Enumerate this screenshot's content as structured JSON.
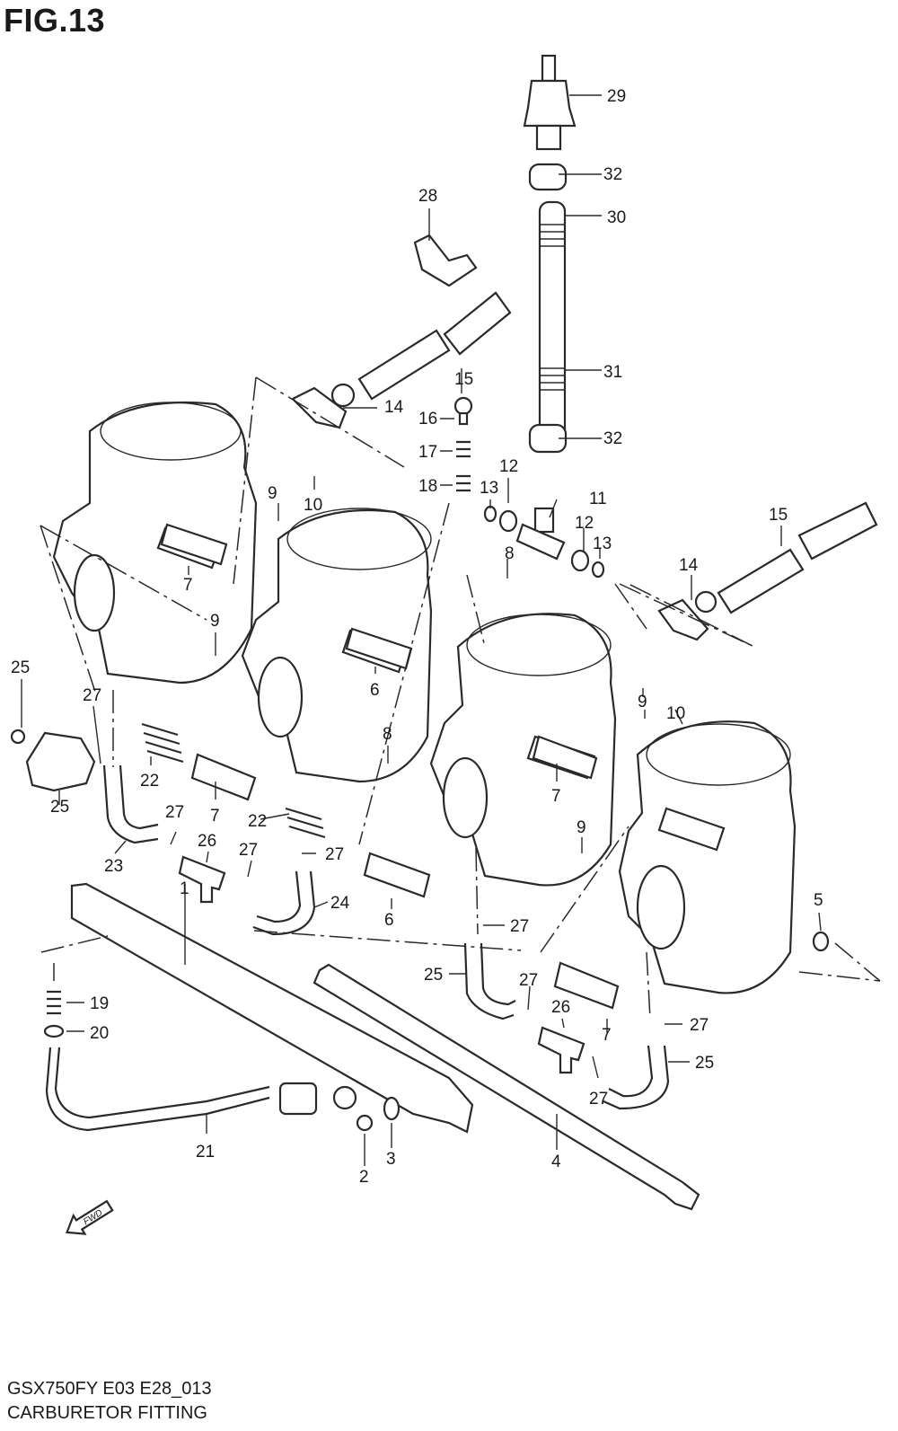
{
  "figure": {
    "title": "FIG.13",
    "model_code": "GSX750FY E03 E28_013",
    "caption": "CARBURETOR FITTING",
    "fwd_label": "FWD"
  },
  "callouts": [
    "1",
    "2",
    "3",
    "4",
    "5",
    "6",
    "6",
    "7",
    "7",
    "7",
    "7",
    "8",
    "8",
    "9",
    "9",
    "9",
    "9",
    "10",
    "10",
    "11",
    "12",
    "12",
    "13",
    "13",
    "14",
    "14",
    "15",
    "15",
    "16",
    "17",
    "18",
    "19",
    "20",
    "21",
    "22",
    "22",
    "23",
    "24",
    "25",
    "25",
    "25",
    "25",
    "26",
    "26",
    "27",
    "27",
    "27",
    "27",
    "27",
    "27",
    "27",
    "27",
    "28",
    "29",
    "30",
    "31",
    "32",
    "32"
  ]
}
